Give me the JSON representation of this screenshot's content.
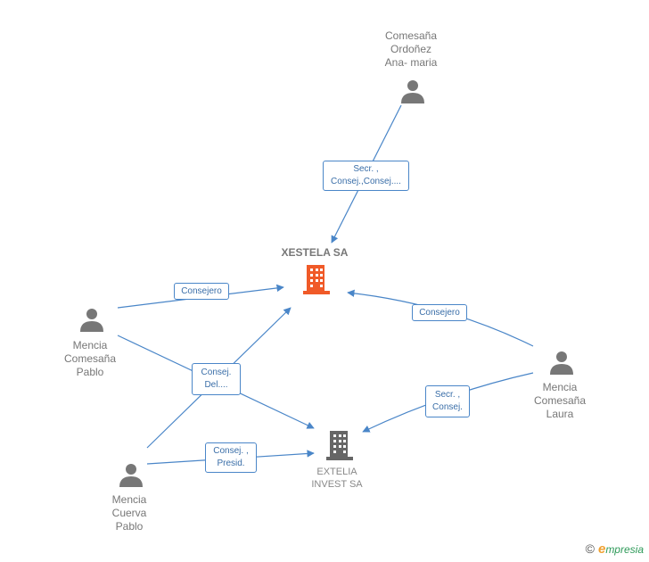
{
  "companies": {
    "main": {
      "name": "XESTELA SA",
      "color": "#f05a28"
    },
    "second": {
      "name": "EXTELIA\nINVEST SA",
      "color": "#666666"
    }
  },
  "persons": {
    "ana_maria": "Comesaña\nOrdoñez\nAna- maria",
    "mencia_pablo": "Mencia\nComesaña\nPablo",
    "mencia_laura": "Mencia\nComesaña\nLaura",
    "cuerva_pablo": "Mencia\nCuerva\nPablo"
  },
  "relations": {
    "ana_xestela": [
      "Secr. ,",
      "Consej.,Consej...."
    ],
    "pablo_xestela": [
      "Consejero"
    ],
    "laura_xestela": [
      "Consejero"
    ],
    "pablo_extelia": [
      "Consej.",
      "Del...."
    ],
    "laura_extelia": [
      "Secr. ,",
      "Consej."
    ],
    "cuerva_extelia": [
      "Consej. ,",
      "Presid."
    ]
  },
  "brand": {
    "copyright": "©",
    "name": "mpresia",
    "initial": "e"
  },
  "colors": {
    "edge": "#4a86c8",
    "person": "#777777",
    "box_border": "#4a86c8"
  }
}
